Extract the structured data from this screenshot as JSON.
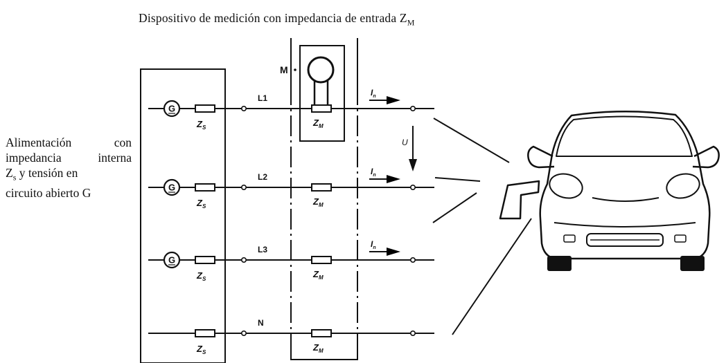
{
  "title": {
    "text": "Dispositivo de medición con impedancia de entrada Z",
    "subscript": "M"
  },
  "supply_note": {
    "line1": "Alimentación con",
    "line2": "impedancia interna",
    "line3_prefix": "Z",
    "line3_subscript": "s",
    "line3_suffix": " y tensión en",
    "line4": "circuito abierto G"
  },
  "meter": {
    "label": "M"
  },
  "generator_label": "G",
  "source_impedance": {
    "main": "Z",
    "subscript": "S"
  },
  "meter_impedance": {
    "main": "Z",
    "subscript": "M"
  },
  "voltage_label": "U",
  "current_label": {
    "main": "I",
    "subscript": "n"
  },
  "lines": [
    {
      "label": "L1",
      "has_generator": true,
      "has_current_arrow": true
    },
    {
      "label": "L2",
      "has_generator": true,
      "has_current_arrow": true
    },
    {
      "label": "L3",
      "has_generator": true,
      "has_current_arrow": true
    },
    {
      "label": "N",
      "has_generator": false,
      "has_current_arrow": false
    }
  ]
}
